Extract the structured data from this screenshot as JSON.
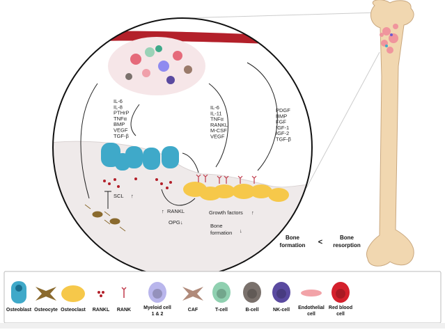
{
  "diagram": {
    "signals_tumor_to_osteoblast": [
      "IL-6",
      "IL-8",
      "PTHrP",
      "TNFα",
      "BMP",
      "VEGF",
      "TGF-β"
    ],
    "signals_tumor_to_osteoclast": [
      "IL-6",
      "IL-11",
      "TNFα",
      "RANKL",
      "M-CSF",
      "VEGF"
    ],
    "signals_bone_to_tumor": [
      "PDGF",
      "BMP",
      "FGF",
      "IGF-1",
      "IGF-2",
      "TGF-β"
    ],
    "scl": "SCL",
    "rankl": "RANKL",
    "opg": "OPG",
    "growth_factors": "Growth factors",
    "bone_formation_line1": "Bone",
    "bone_formation_line2": "formation",
    "comparison": {
      "left_line1": "Bone",
      "left_line2": "formation",
      "operator": "<",
      "right_line1": "Bone",
      "right_line2": "resorption"
    }
  },
  "legend": {
    "items": [
      {
        "label": "Osteoblast",
        "icon": "osteoblast-icon",
        "color": "#3fa9c9"
      },
      {
        "label": "Osteocyte",
        "icon": "osteocyte-icon",
        "color": "#8a6a2e"
      },
      {
        "label": "Osteoclast",
        "icon": "osteoclast-icon",
        "color": "#f6c84a"
      },
      {
        "label": "RANKL",
        "icon": "rankl-icon",
        "color": "#b3202a"
      },
      {
        "label": "RANK",
        "icon": "rank-icon",
        "color": "#c0394a"
      },
      {
        "label": "Myeloid cell",
        "label2": "1 & 2",
        "icon": "myeloid-cell-icon",
        "color": "#b9b6ec"
      },
      {
        "label": "CAF",
        "icon": "caf-icon",
        "color": "#b08a7a"
      },
      {
        "label": "T-cell",
        "icon": "t-cell-icon",
        "color": "#8fd0b0"
      },
      {
        "label": "B-cell",
        "icon": "b-cell-icon",
        "color": "#7a716c"
      },
      {
        "label": "NK-cell",
        "icon": "nk-cell-icon",
        "color": "#5a4aa0"
      },
      {
        "label": "Endothelial",
        "label2": "cell",
        "icon": "endothelial-cell-icon",
        "color": "#f2a3a8"
      },
      {
        "label": "Red blood",
        "label2": "cell",
        "icon": "red-blood-cell-icon",
        "color": "#d4202c"
      }
    ]
  }
}
